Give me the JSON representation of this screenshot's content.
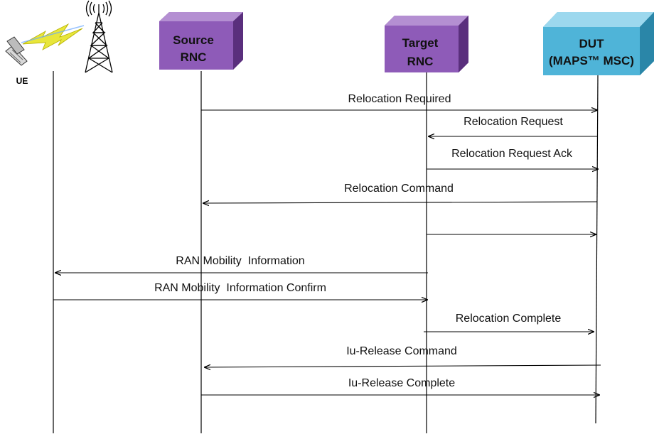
{
  "participants": {
    "ue": {
      "label": "UE"
    },
    "source_rnc": {
      "line1": "Source",
      "line2": "RNC"
    },
    "target_rnc": {
      "line1": "Target",
      "line2": "RNC"
    },
    "dut": {
      "line1": "DUT",
      "line2": "(MAPS™ MSC)"
    }
  },
  "colors": {
    "rnc_box": "#8e5bb8",
    "dut_box": "#4fb4d8",
    "line": "#000000"
  },
  "messages": [
    {
      "label": "Relocation Required",
      "from": "source_rnc",
      "to": "dut"
    },
    {
      "label": "Relocation Request",
      "from": "dut",
      "to": "target_rnc"
    },
    {
      "label": "Relocation Request Ack",
      "from": "target_rnc",
      "to": "dut"
    },
    {
      "label": "Relocation Command",
      "from": "dut",
      "to": "source_rnc"
    },
    {
      "label": "",
      "from": "target_rnc",
      "to": "dut"
    },
    {
      "label": "RAN Mobility  Information",
      "from": "target_rnc",
      "to": "ue"
    },
    {
      "label": "RAN Mobility  Information Confirm",
      "from": "ue",
      "to": "target_rnc"
    },
    {
      "label": "Relocation Complete",
      "from": "target_rnc",
      "to": "dut"
    },
    {
      "label": "Iu-Release Command",
      "from": "dut",
      "to": "source_rnc"
    },
    {
      "label": "Iu-Release Complete",
      "from": "source_rnc",
      "to": "dut"
    }
  ]
}
